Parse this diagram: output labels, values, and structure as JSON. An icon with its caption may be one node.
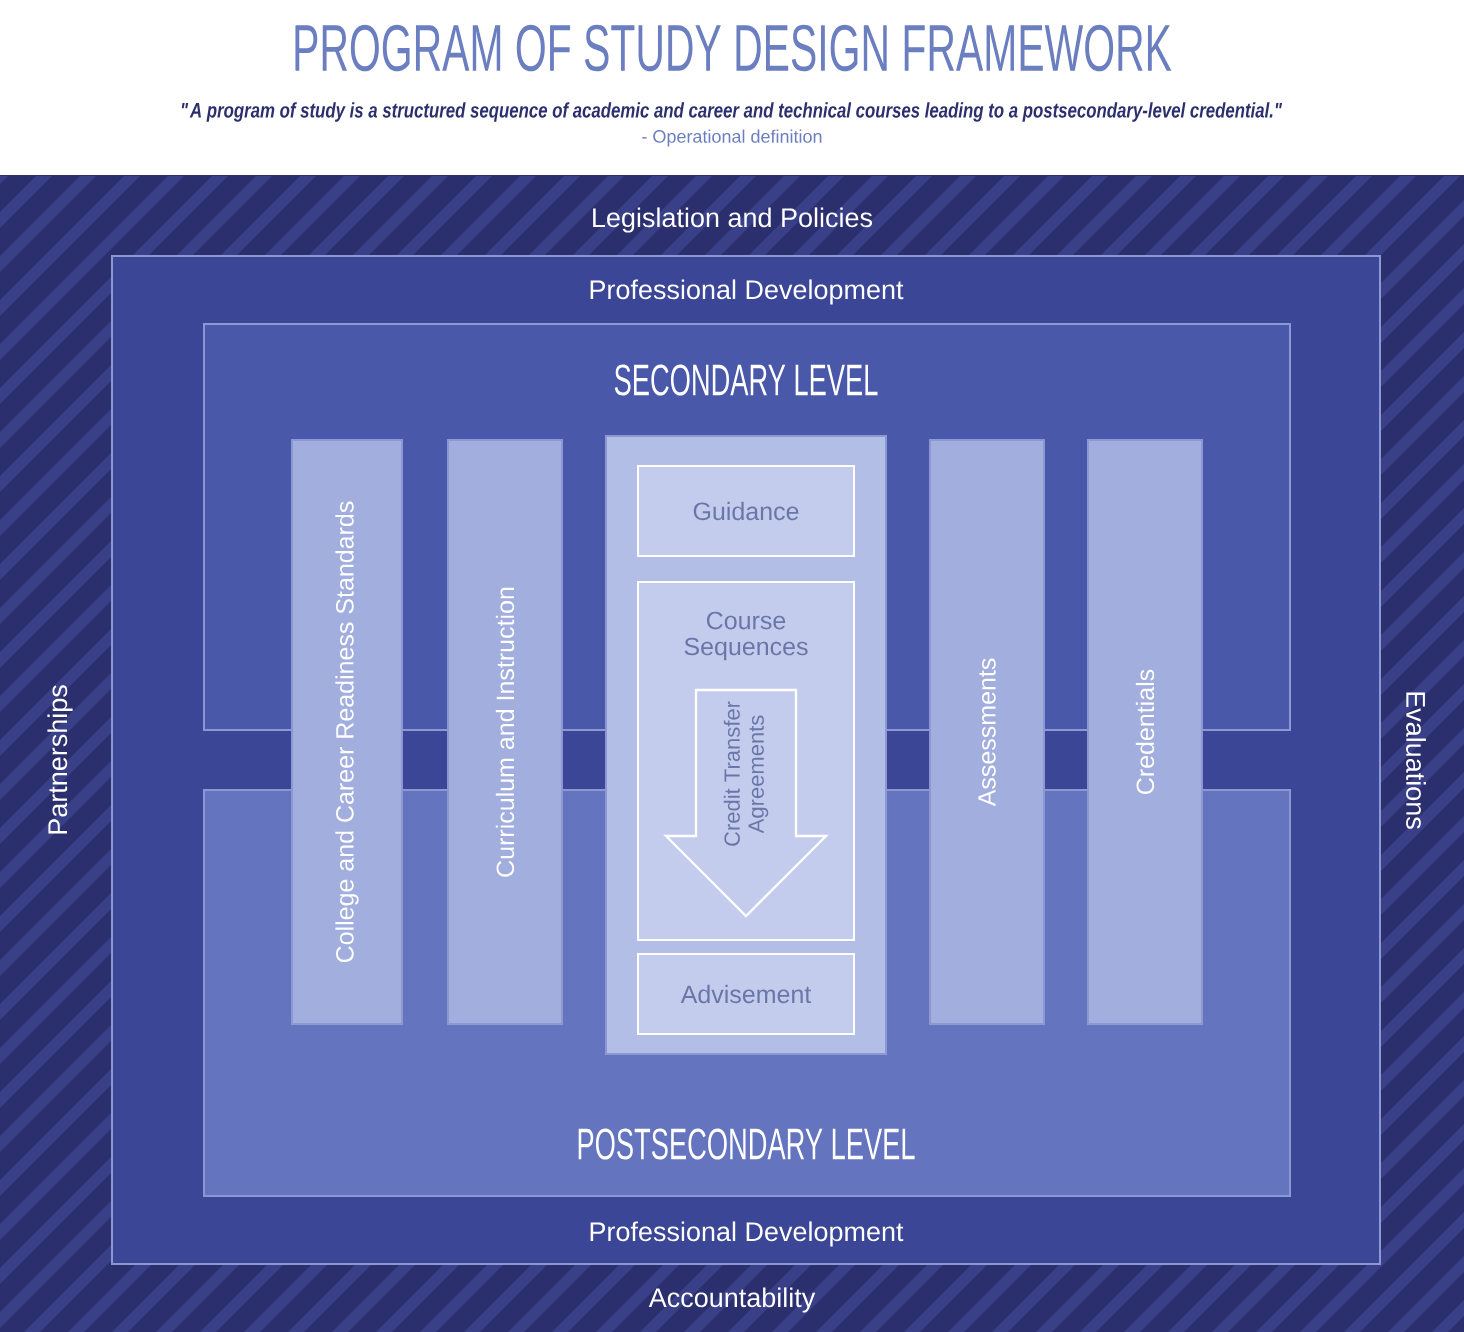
{
  "diagram": {
    "title": "PROGRAM OF STUDY DESIGN FRAMEWORK",
    "nodes": [
      {
        "text": [
          "Legislation and Policies",
          "Partnerships",
          "Evaluations",
          "Accountability"
        ]
      },
      {
        "text": [
          "Professional Development",
          "Professional Development"
        ],
        "in": 0
      },
      {
        "text": [
          "SECONDARY LEVEL"
        ],
        "in": 1
      },
      {
        "text": [
          "POSTSECONDARY LEVEL"
        ],
        "in": 1
      },
      {
        "text": [
          "College and Career Readiness Standards"
        ],
        "in": 1
      },
      {
        "text": [
          "Curriculum and Instruction"
        ],
        "in": 1
      },
      {
        "text": [],
        "shape": "box",
        "in": 1
      },
      {
        "text": [
          "Guidance"
        ]
      },
      {
        "text": [
          "Course Sequences"
        ],
        "in": 6
      },
      {
        "text": [
          "Credit Transfer Agreements"
        ],
        "in": 8
      },
      {
        "text": [
          "Advisement"
        ]
      },
      {
        "text": [
          "Assessments"
        ],
        "in": 1
      },
      {
        "text": [
          "Credentials"
        ],
        "in": 1
      }
    ],
    "labels": [
      "\"A program of study is a structured sequence of academic and career and technical courses leading to a postsecondary-level credential.\"",
      "- Operational definition"
    ]
  }
}
